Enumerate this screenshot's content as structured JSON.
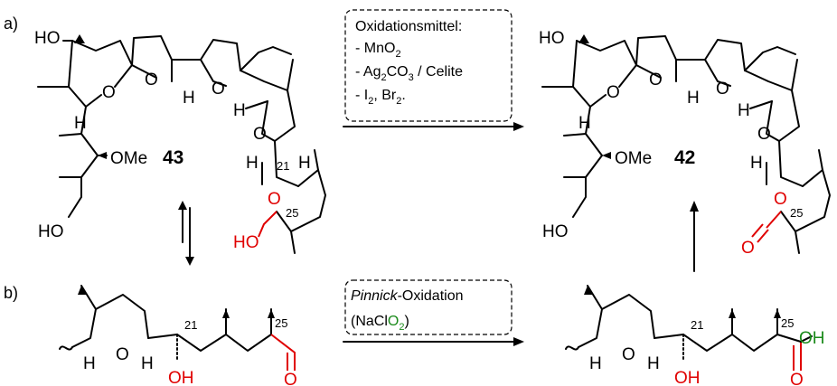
{
  "labels": {
    "a": "a)",
    "b": "b)",
    "cmpd_left": "43",
    "cmpd_right": "42"
  },
  "atoms": {
    "HO": "HO",
    "O": "O",
    "H": "H",
    "OMe": "OMe",
    "OH": "OH",
    "n21": "21",
    "n25": "25"
  },
  "reagents_top": {
    "title": "Oxidationsmittel:",
    "mno2_prefix": "- MnO",
    "mno2_sub": "2",
    "ag_prefix": "- Ag",
    "ag_sub1": "2",
    "ag_mid": "CO",
    "ag_sub2": "3",
    "ag_suffix": " / Celite",
    "hal_prefix": "- I",
    "hal_sub1": "2",
    "hal_mid": ", Br",
    "hal_sub2": "2",
    "hal_suffix": "."
  },
  "reagents_bottom": {
    "name_italic": "Pinnick",
    "name_rest": "-Oxidation",
    "cond_open": "(NaCl",
    "cond_o": "O",
    "cond_sub": "2",
    "cond_close": ")"
  },
  "colors": {
    "highlight_red": "#e00000",
    "highlight_green": "#1a8a1a"
  }
}
